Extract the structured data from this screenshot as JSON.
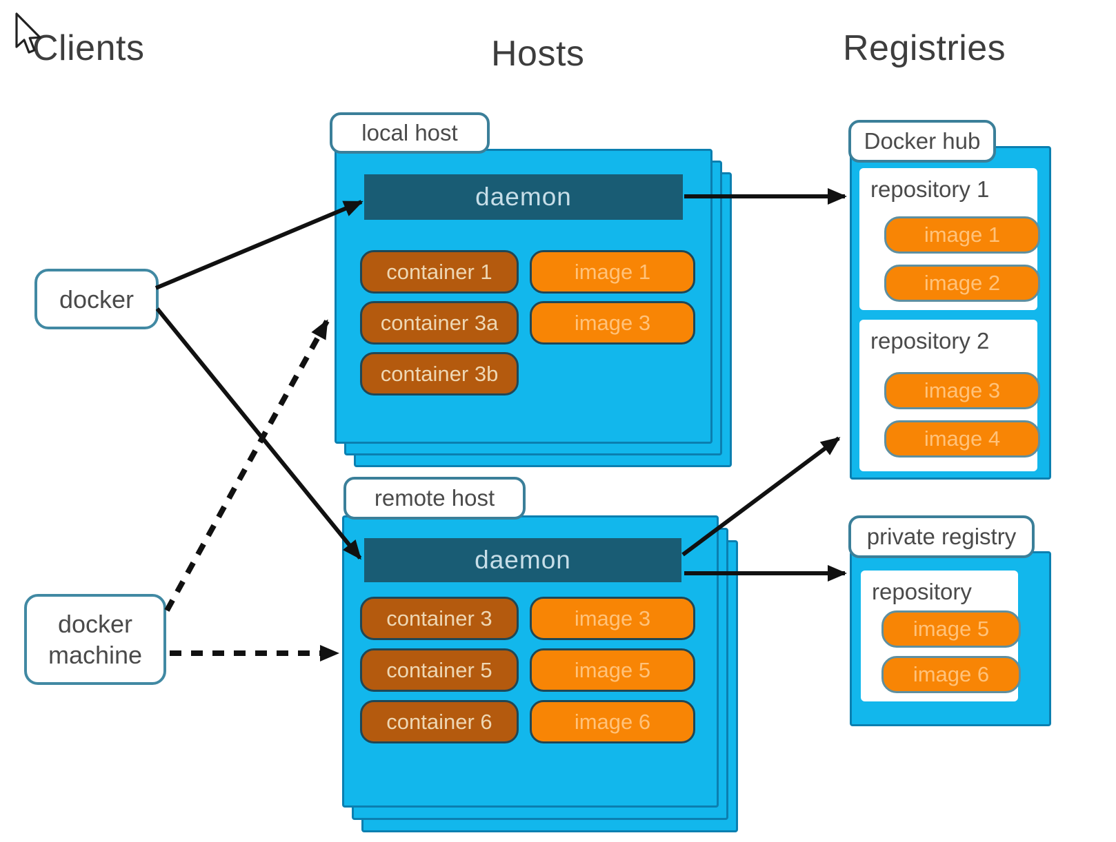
{
  "headers": {
    "clients": "Clients",
    "hosts": "Hosts",
    "registries": "Registries"
  },
  "clients": {
    "docker": "docker",
    "docker_machine": "docker machine"
  },
  "hosts": [
    {
      "tab": "local host",
      "daemon": "daemon",
      "containers": [
        "container 1",
        "container 3a",
        "container 3b"
      ],
      "images": [
        "image 1",
        "image 3"
      ]
    },
    {
      "tab": "remote host",
      "daemon": "daemon",
      "containers": [
        "container 3",
        "container 5",
        "container 6"
      ],
      "images": [
        "image 3",
        "image 5",
        "image 6"
      ]
    }
  ],
  "registries": [
    {
      "tab": "Docker hub",
      "repositories": [
        {
          "title": "repository 1",
          "images": [
            "image 1",
            "image 2"
          ]
        },
        {
          "title": "repository 2",
          "images": [
            "image 3",
            "image 4"
          ]
        }
      ]
    },
    {
      "tab": "private registry",
      "repositories": [
        {
          "title": "repository",
          "images": [
            "image 5",
            "image 6"
          ]
        }
      ]
    }
  ],
  "colors": {
    "card_blue": "#12b7ec",
    "card_border": "#0b7fb0",
    "daemon_teal": "#195c74",
    "container_brown": "#b45a0e",
    "image_orange": "#f88505",
    "tab_border_teal": "#3b7f99",
    "arrow_black": "#111111",
    "text_gray": "#4a4a4a"
  },
  "icons": {
    "cursor": "mouse-pointer"
  }
}
